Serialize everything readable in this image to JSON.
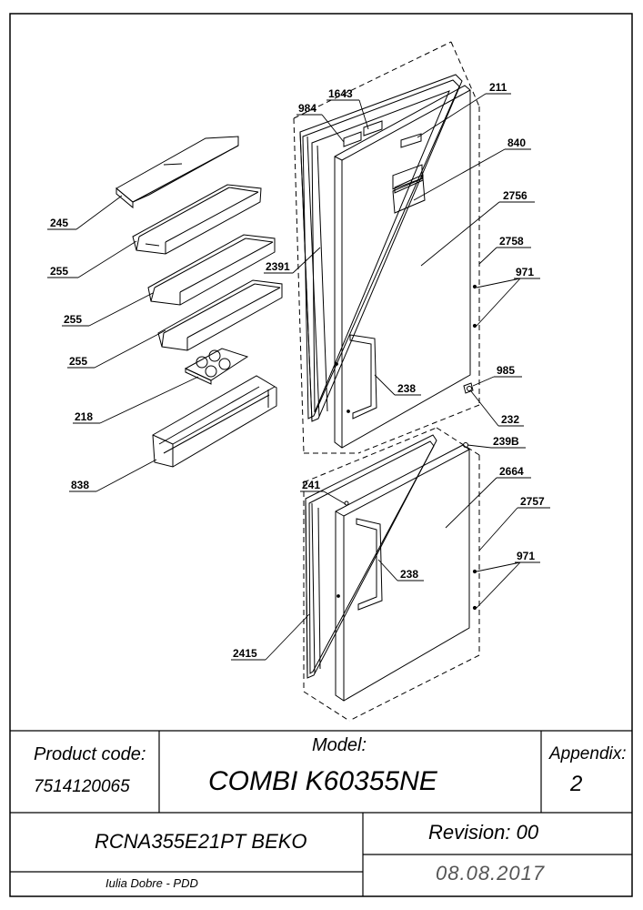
{
  "callouts": {
    "c245": "245",
    "c255a": "255",
    "c255b": "255",
    "c255c": "255",
    "c218": "218",
    "c838": "838",
    "c984": "984",
    "c1643": "1643",
    "c211": "211",
    "c840": "840",
    "c2756": "2756",
    "c2758": "2758",
    "c971a": "971",
    "c2391": "2391",
    "c238a": "238",
    "c985": "985",
    "c232": "232",
    "c239b": "239B",
    "c241": "241",
    "c2664": "2664",
    "c2757": "2757",
    "c971b": "971",
    "c238b": "238",
    "c2415": "2415"
  },
  "title_block": {
    "product_code_label": "Product code:",
    "product_code": "7514120065",
    "model_label": "Model:",
    "model": "COMBI K60355NE",
    "appendix_label": "Appendix:",
    "appendix": "2",
    "product_name": "RCNA355E21PT BEKO",
    "revision": "Revision: 00",
    "author": "Iulia Dobre - PDD",
    "date": "08.08.2017"
  },
  "colors": {
    "line": "#000000",
    "background": "#ffffff"
  }
}
